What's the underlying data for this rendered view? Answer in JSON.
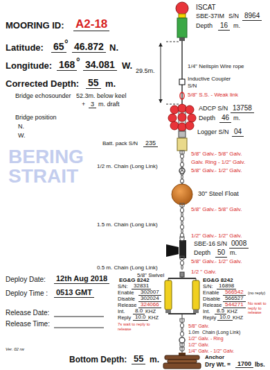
{
  "diagram": {
    "labels": [
      "MOORING ID:",
      "A2-18",
      "Latitude:",
      "65",
      "°",
      "46.872",
      "N.",
      "Longitude:",
      "168",
      "°",
      "34.081",
      "W.",
      "Corrected Depth:",
      "55",
      "m.",
      "Bridge echosounder",
      "52.3m. below keel",
      "+",
      "3",
      "m. draft",
      "Bridge position",
      "N.",
      "W.",
      "BERING STRAIT",
      "ISCAT",
      "SBE-37IM",
      "S/N",
      "8964",
      "Depth",
      "16",
      "m.",
      "29.5m.",
      "1/4\" Neilspin Wire rope",
      "Inductive Coupler",
      "S/N",
      "5/8\" S.S. - Weak link",
      "ADCP S/N",
      "13758",
      "Depth",
      "46",
      "m.",
      "Logger S/N",
      "04",
      "Batt. pack S/N",
      "235",
      "1/2 m. Chain (Long Link)",
      "5/8\" Galv.- 5/8\" Galv.",
      "Galv. Ring - 1/2\" Galv.",
      "5/8\" Galv.- 1/2\" Galv.",
      "30\" Steel Float",
      "5/8\" Galv.- 5/8\" Galv.",
      "1.5 m. Chain (Long Link)",
      "1/2\" Galv.- 1/2\" Galv.",
      "SBE-16",
      "S/N",
      "0008",
      "Depth",
      "50",
      "m.",
      "5/8\" Galv.- 1/2\" Galv.",
      "0.5 m. Chain (Long Link)",
      "1/2 \" Galv.",
      "5/8\" Swivel",
      "EG&G 8242",
      "S/N:",
      "32831",
      "Enable",
      "302007",
      "Disable",
      "302024",
      "Release",
      "324066",
      "Int.",
      "8.0",
      "KHZ",
      "Reply",
      "10.0",
      "KHZ",
      "7s wait to reply to release",
      "EG&G 8242",
      "S/N:",
      "16898",
      "Enable",
      "566542",
      "(no reply)",
      "Disable",
      "566527",
      "Release",
      "544271",
      "No wait to reply to release",
      "Int.",
      "8.5",
      "KHZ",
      "Reply",
      "10.0",
      "KHZ",
      "5/8\" Galv.",
      "1.0m",
      "Chain (Long Link)",
      "1/2\" Galv. - Ring",
      "1/2\" Galv.",
      "1/4\" Galv. - 1/2\" Galv.",
      "Deploy Date:",
      "12th Aug 2018",
      "Deploy Time :",
      "0513 GMT",
      "Release Date:",
      "Release Time:",
      "Ver. 02 rw",
      "Bottom Depth:",
      "55",
      "m.",
      "Anchor",
      "Dry Wt. =",
      "1700",
      "lbs."
    ]
  }
}
